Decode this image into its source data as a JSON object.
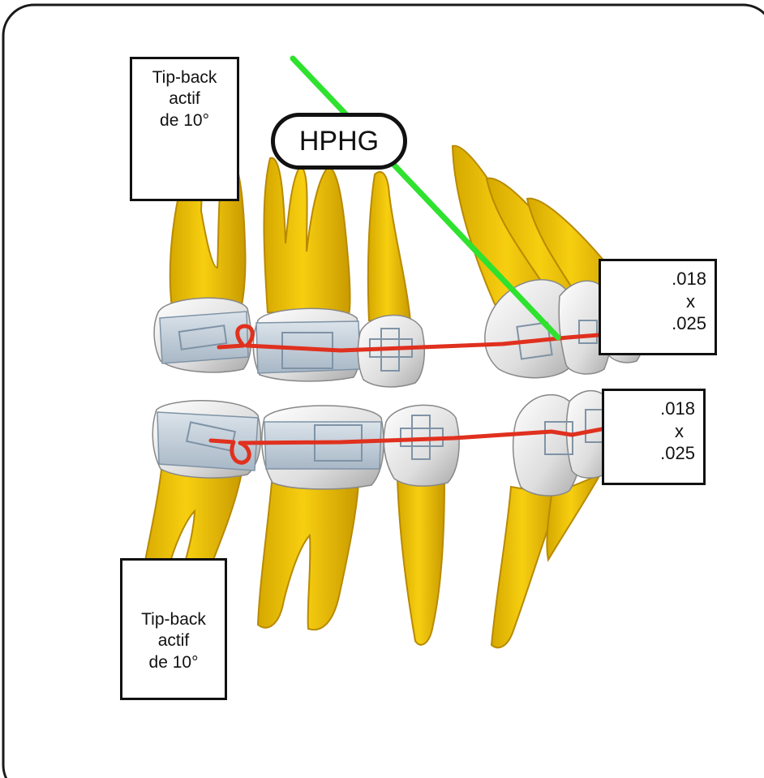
{
  "labels": {
    "tip_back_upper": [
      "Tip-back",
      "actif",
      "de 10°"
    ],
    "tip_back_lower": [
      "Tip-back",
      "actif",
      "de 10°"
    ],
    "hphg": "HPHG",
    "wire_upper": [
      ".018",
      "x",
      ".025"
    ],
    "wire_lower": [
      ".018",
      "x",
      ".025"
    ]
  },
  "colors": {
    "frame": "#1a1a1a",
    "root": "#f2c200",
    "root_shade": "#c99a00",
    "band": "#c9d3dc",
    "band_shade": "#9fb0c0",
    "crown": "#e6e6e6",
    "archwire": "#e0301e",
    "headgear_line": "#2ee22e"
  }
}
